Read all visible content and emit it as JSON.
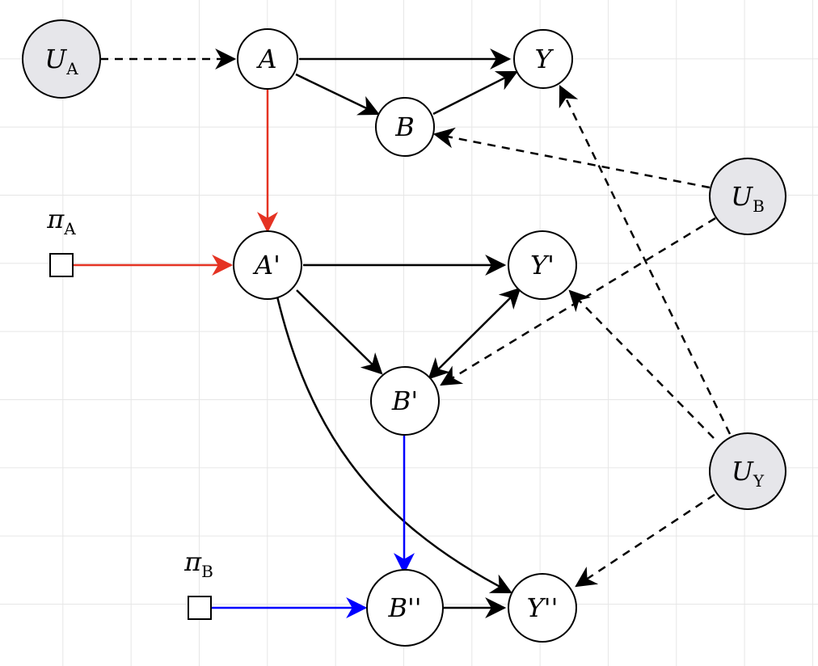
{
  "colors": {
    "black": "#000000",
    "red": "#e53323",
    "blue": "#0000ff",
    "exogenous_fill": "#e6e6ea",
    "node_fill": "#ffffff"
  },
  "nodes": {
    "UA": {
      "main": "U",
      "sub": "A"
    },
    "A": {
      "main": "A",
      "sub": ""
    },
    "Y": {
      "main": "Y",
      "sub": ""
    },
    "B": {
      "main": "B",
      "sub": ""
    },
    "UB": {
      "main": "U",
      "sub": "B"
    },
    "piA": {
      "main": "π",
      "sub": "A"
    },
    "A1": {
      "main": "A'",
      "sub": ""
    },
    "Y1": {
      "main": "Y'",
      "sub": ""
    },
    "B1": {
      "main": "B'",
      "sub": ""
    },
    "UY": {
      "main": "U",
      "sub": "Y"
    },
    "piB": {
      "main": "π",
      "sub": "B"
    },
    "B2": {
      "main": "B''",
      "sub": ""
    },
    "Y2": {
      "main": "Y''",
      "sub": ""
    }
  }
}
